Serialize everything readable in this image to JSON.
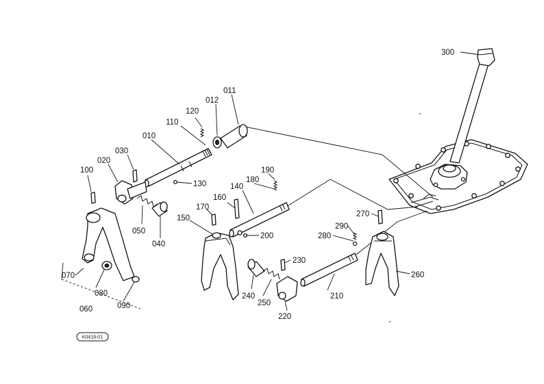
{
  "drawing_code": "K0419-01",
  "callouts": [
    {
      "id": "p300",
      "label": "300"
    },
    {
      "id": "p011",
      "label": "011"
    },
    {
      "id": "p012",
      "label": "012"
    },
    {
      "id": "p120",
      "label": "120"
    },
    {
      "id": "p110",
      "label": "110"
    },
    {
      "id": "p010",
      "label": "010"
    },
    {
      "id": "p030",
      "label": "030"
    },
    {
      "id": "p020",
      "label": "020"
    },
    {
      "id": "p100",
      "label": "100"
    },
    {
      "id": "p130",
      "label": "130"
    },
    {
      "id": "p190",
      "label": "190"
    },
    {
      "id": "p180",
      "label": "180"
    },
    {
      "id": "p140",
      "label": "140"
    },
    {
      "id": "p160",
      "label": "160"
    },
    {
      "id": "p170",
      "label": "170"
    },
    {
      "id": "p150",
      "label": "150"
    },
    {
      "id": "p200",
      "label": "200"
    },
    {
      "id": "p050",
      "label": "050"
    },
    {
      "id": "p040",
      "label": "040"
    },
    {
      "id": "p270",
      "label": "270"
    },
    {
      "id": "p290",
      "label": "290"
    },
    {
      "id": "p280",
      "label": "280"
    },
    {
      "id": "p230",
      "label": "230"
    },
    {
      "id": "p260",
      "label": "260"
    },
    {
      "id": "p070",
      "label": "070"
    },
    {
      "id": "p080",
      "label": "080"
    },
    {
      "id": "p090",
      "label": "090"
    },
    {
      "id": "p060",
      "label": "060"
    },
    {
      "id": "p240",
      "label": "240"
    },
    {
      "id": "p250",
      "label": "250"
    },
    {
      "id": "p210",
      "label": "210"
    },
    {
      "id": "p220",
      "label": "220"
    }
  ]
}
